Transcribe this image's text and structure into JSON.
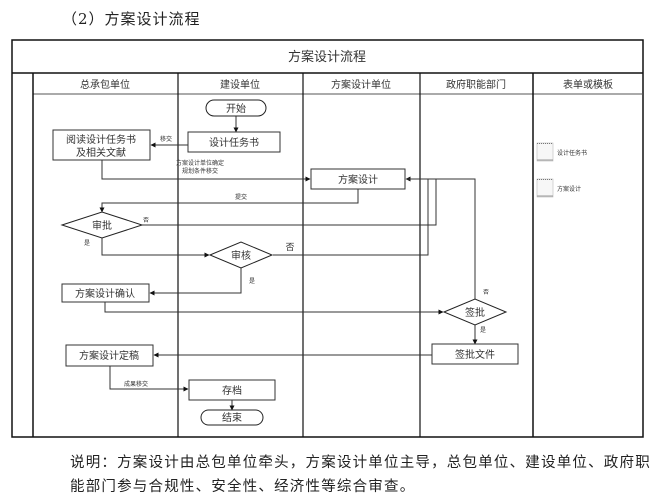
{
  "section_title": "（2）方案设计流程",
  "diagram": {
    "title": "方案设计流程",
    "lanes": [
      {
        "id": "general_contractor",
        "label": "总承包单位"
      },
      {
        "id": "owner",
        "label": "建设单位"
      },
      {
        "id": "design_unit",
        "label": "方案设计单位"
      },
      {
        "id": "government",
        "label": "政府职能部门"
      },
      {
        "id": "forms",
        "label": "表单或模板"
      }
    ],
    "nodes": {
      "start": {
        "label": "开始",
        "type": "terminator",
        "lane": "owner"
      },
      "task_book": {
        "label": "设计任务书",
        "type": "process",
        "lane": "owner"
      },
      "read_docs": {
        "label_line1": "阅读设计任务书",
        "label_line2": "及相关文献",
        "type": "process",
        "lane": "general_contractor"
      },
      "scheme_design": {
        "label": "方案设计",
        "type": "process",
        "lane": "design_unit"
      },
      "approve": {
        "label": "审批",
        "type": "decision",
        "lane": "general_contractor"
      },
      "review": {
        "label": "审核",
        "type": "decision",
        "lane": "owner"
      },
      "confirm": {
        "label": "方案设计确认",
        "type": "process",
        "lane": "general_contractor"
      },
      "sign": {
        "label": "签批",
        "type": "decision",
        "lane": "government"
      },
      "sign_doc": {
        "label": "签批文件",
        "type": "process",
        "lane": "government"
      },
      "finalize": {
        "label": "方案设计定稿",
        "type": "process",
        "lane": "general_contractor"
      },
      "archive": {
        "label": "存档",
        "type": "process",
        "lane": "owner"
      },
      "end": {
        "label": "结束",
        "type": "terminator",
        "lane": "owner"
      }
    },
    "edge_labels": {
      "transfer": "移交",
      "design_unit_confirm_line1": "方案设计单位确定",
      "design_unit_confirm_line2": "规划条件移交",
      "submit": "提交",
      "approve_no": "否",
      "approve_yes": "是",
      "review_no": "否",
      "review_yes": "是",
      "sign_no": "否",
      "sign_yes": "是",
      "results_transfer": "成果移交"
    },
    "edges": [
      {
        "from": "start",
        "to": "task_book"
      },
      {
        "from": "task_book",
        "to": "read_docs",
        "label": "移交"
      },
      {
        "from": "read_docs",
        "to": "scheme_design",
        "label": "方案设计单位确定 规划条件移交"
      },
      {
        "from": "scheme_design",
        "to": "approve",
        "label": "提交"
      },
      {
        "from": "approve",
        "to": "scheme_design",
        "label": "否"
      },
      {
        "from": "approve",
        "to": "review",
        "label": "是"
      },
      {
        "from": "review",
        "to": "scheme_design",
        "label": "否"
      },
      {
        "from": "review",
        "to": "confirm",
        "label": "是"
      },
      {
        "from": "confirm",
        "to": "sign"
      },
      {
        "from": "sign",
        "to": "scheme_design",
        "label": "否"
      },
      {
        "from": "sign",
        "to": "sign_doc",
        "label": "是"
      },
      {
        "from": "sign_doc",
        "to": "finalize"
      },
      {
        "from": "finalize",
        "to": "archive",
        "label": "成果移交"
      },
      {
        "from": "archive",
        "to": "end"
      }
    ],
    "forms": [
      {
        "icon": "document-icon",
        "label": "设计任务书"
      },
      {
        "icon": "document-icon",
        "label": "方案设计"
      }
    ]
  },
  "note": "说明：方案设计由总包单位牵头，方案设计单位主导，总包单位、建设单位、政府职能部门参与合规性、安全性、经济性等综合审查。"
}
